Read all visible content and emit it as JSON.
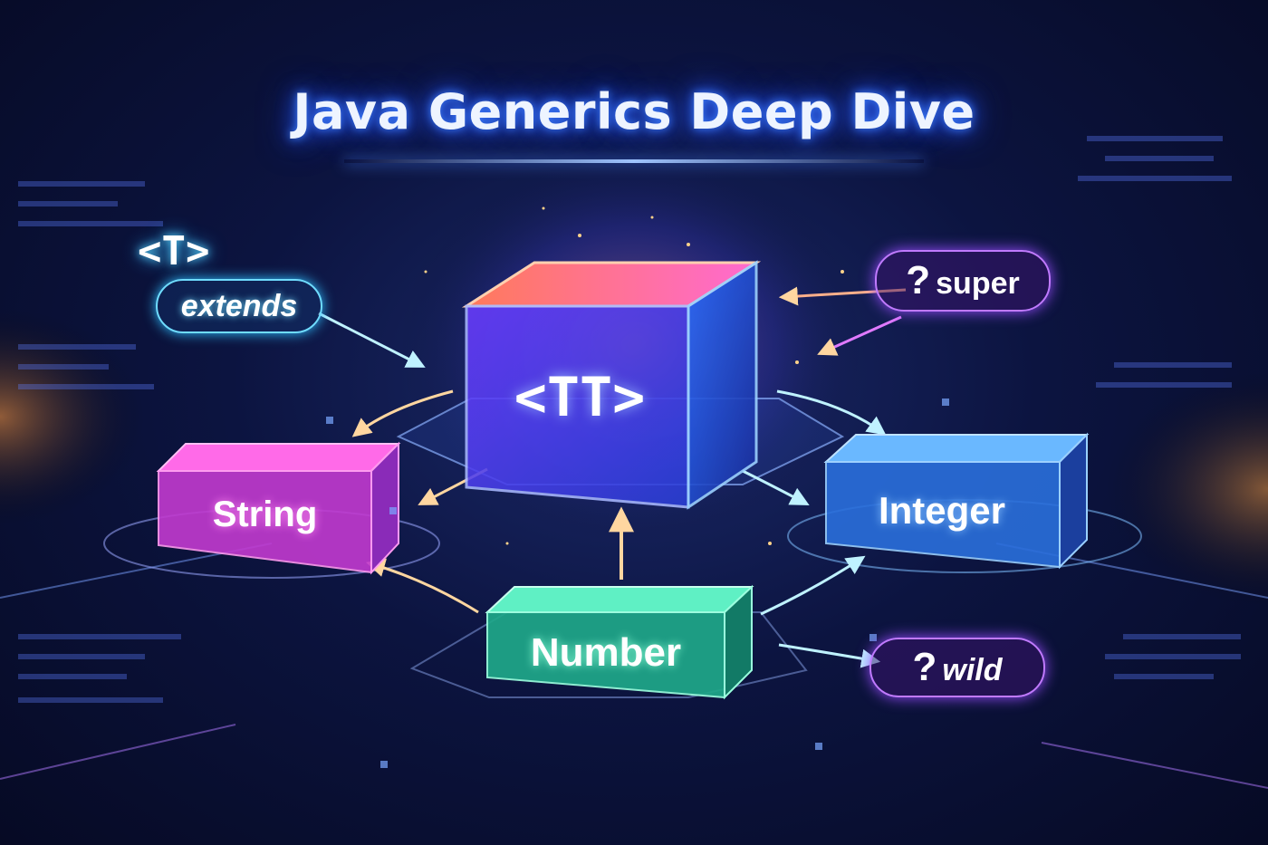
{
  "title": "Java Generics Deep Dive",
  "center_box": {
    "label": "<TT>",
    "color": "#4d6cff"
  },
  "boxes": {
    "string": {
      "label": "String",
      "color": "#e04bd6"
    },
    "integer": {
      "label": "Integer",
      "color": "#3f8cff"
    },
    "number": {
      "label": "Number",
      "color": "#2fd8a6"
    }
  },
  "tag_t": {
    "label": "<T>"
  },
  "pills": {
    "extends": {
      "label": "extends",
      "color": "#3fd6ff"
    },
    "super": {
      "q": "?",
      "label": "super",
      "color": "#b05cff"
    },
    "wild": {
      "q": "?",
      "label": "wild",
      "color": "#c05cff"
    }
  },
  "colors": {
    "accent": "#4f8bff",
    "background": "#0c1440"
  }
}
